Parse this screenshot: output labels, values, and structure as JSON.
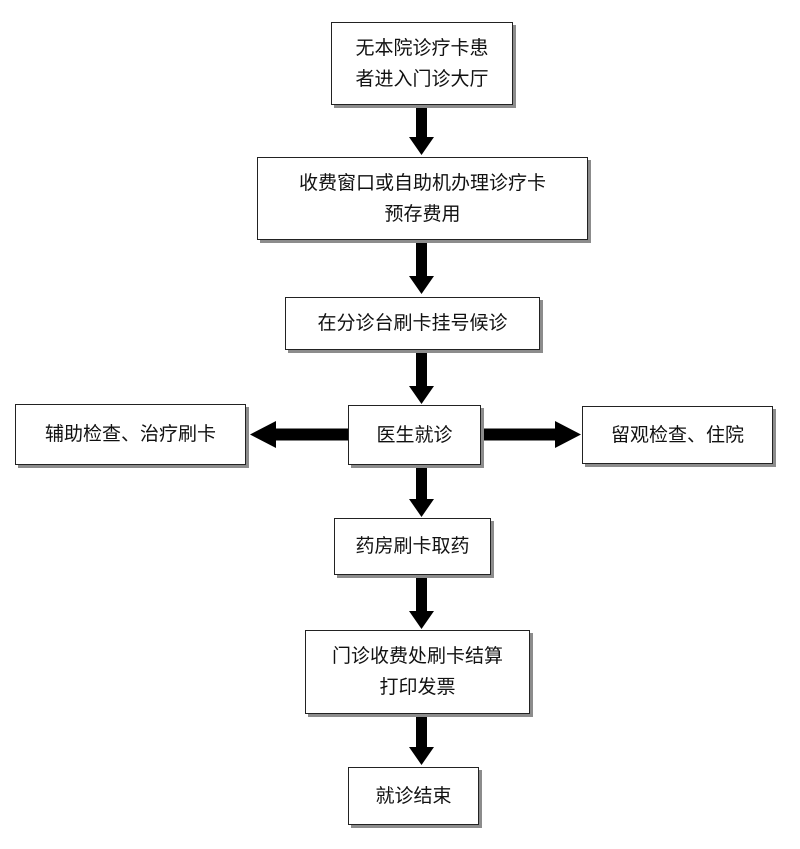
{
  "steps": {
    "entry": "无本院诊疗卡患\n者进入门诊大厅",
    "deposit": "收费窗口或自助机办理诊疗卡\n预存费用",
    "register": "在分诊台刷卡挂号候诊",
    "doctor": "医生就诊",
    "auxiliary": "辅助检查、治疗刷卡",
    "observation": "留观检查、住院",
    "pharmacy": "药房刷卡取药",
    "checkout": "门诊收费处刷卡结算\n打印发票",
    "end": "就诊结束"
  },
  "colors": {
    "arrow": "#000000",
    "border": "#222222",
    "shadow": "#8c8c8c"
  }
}
